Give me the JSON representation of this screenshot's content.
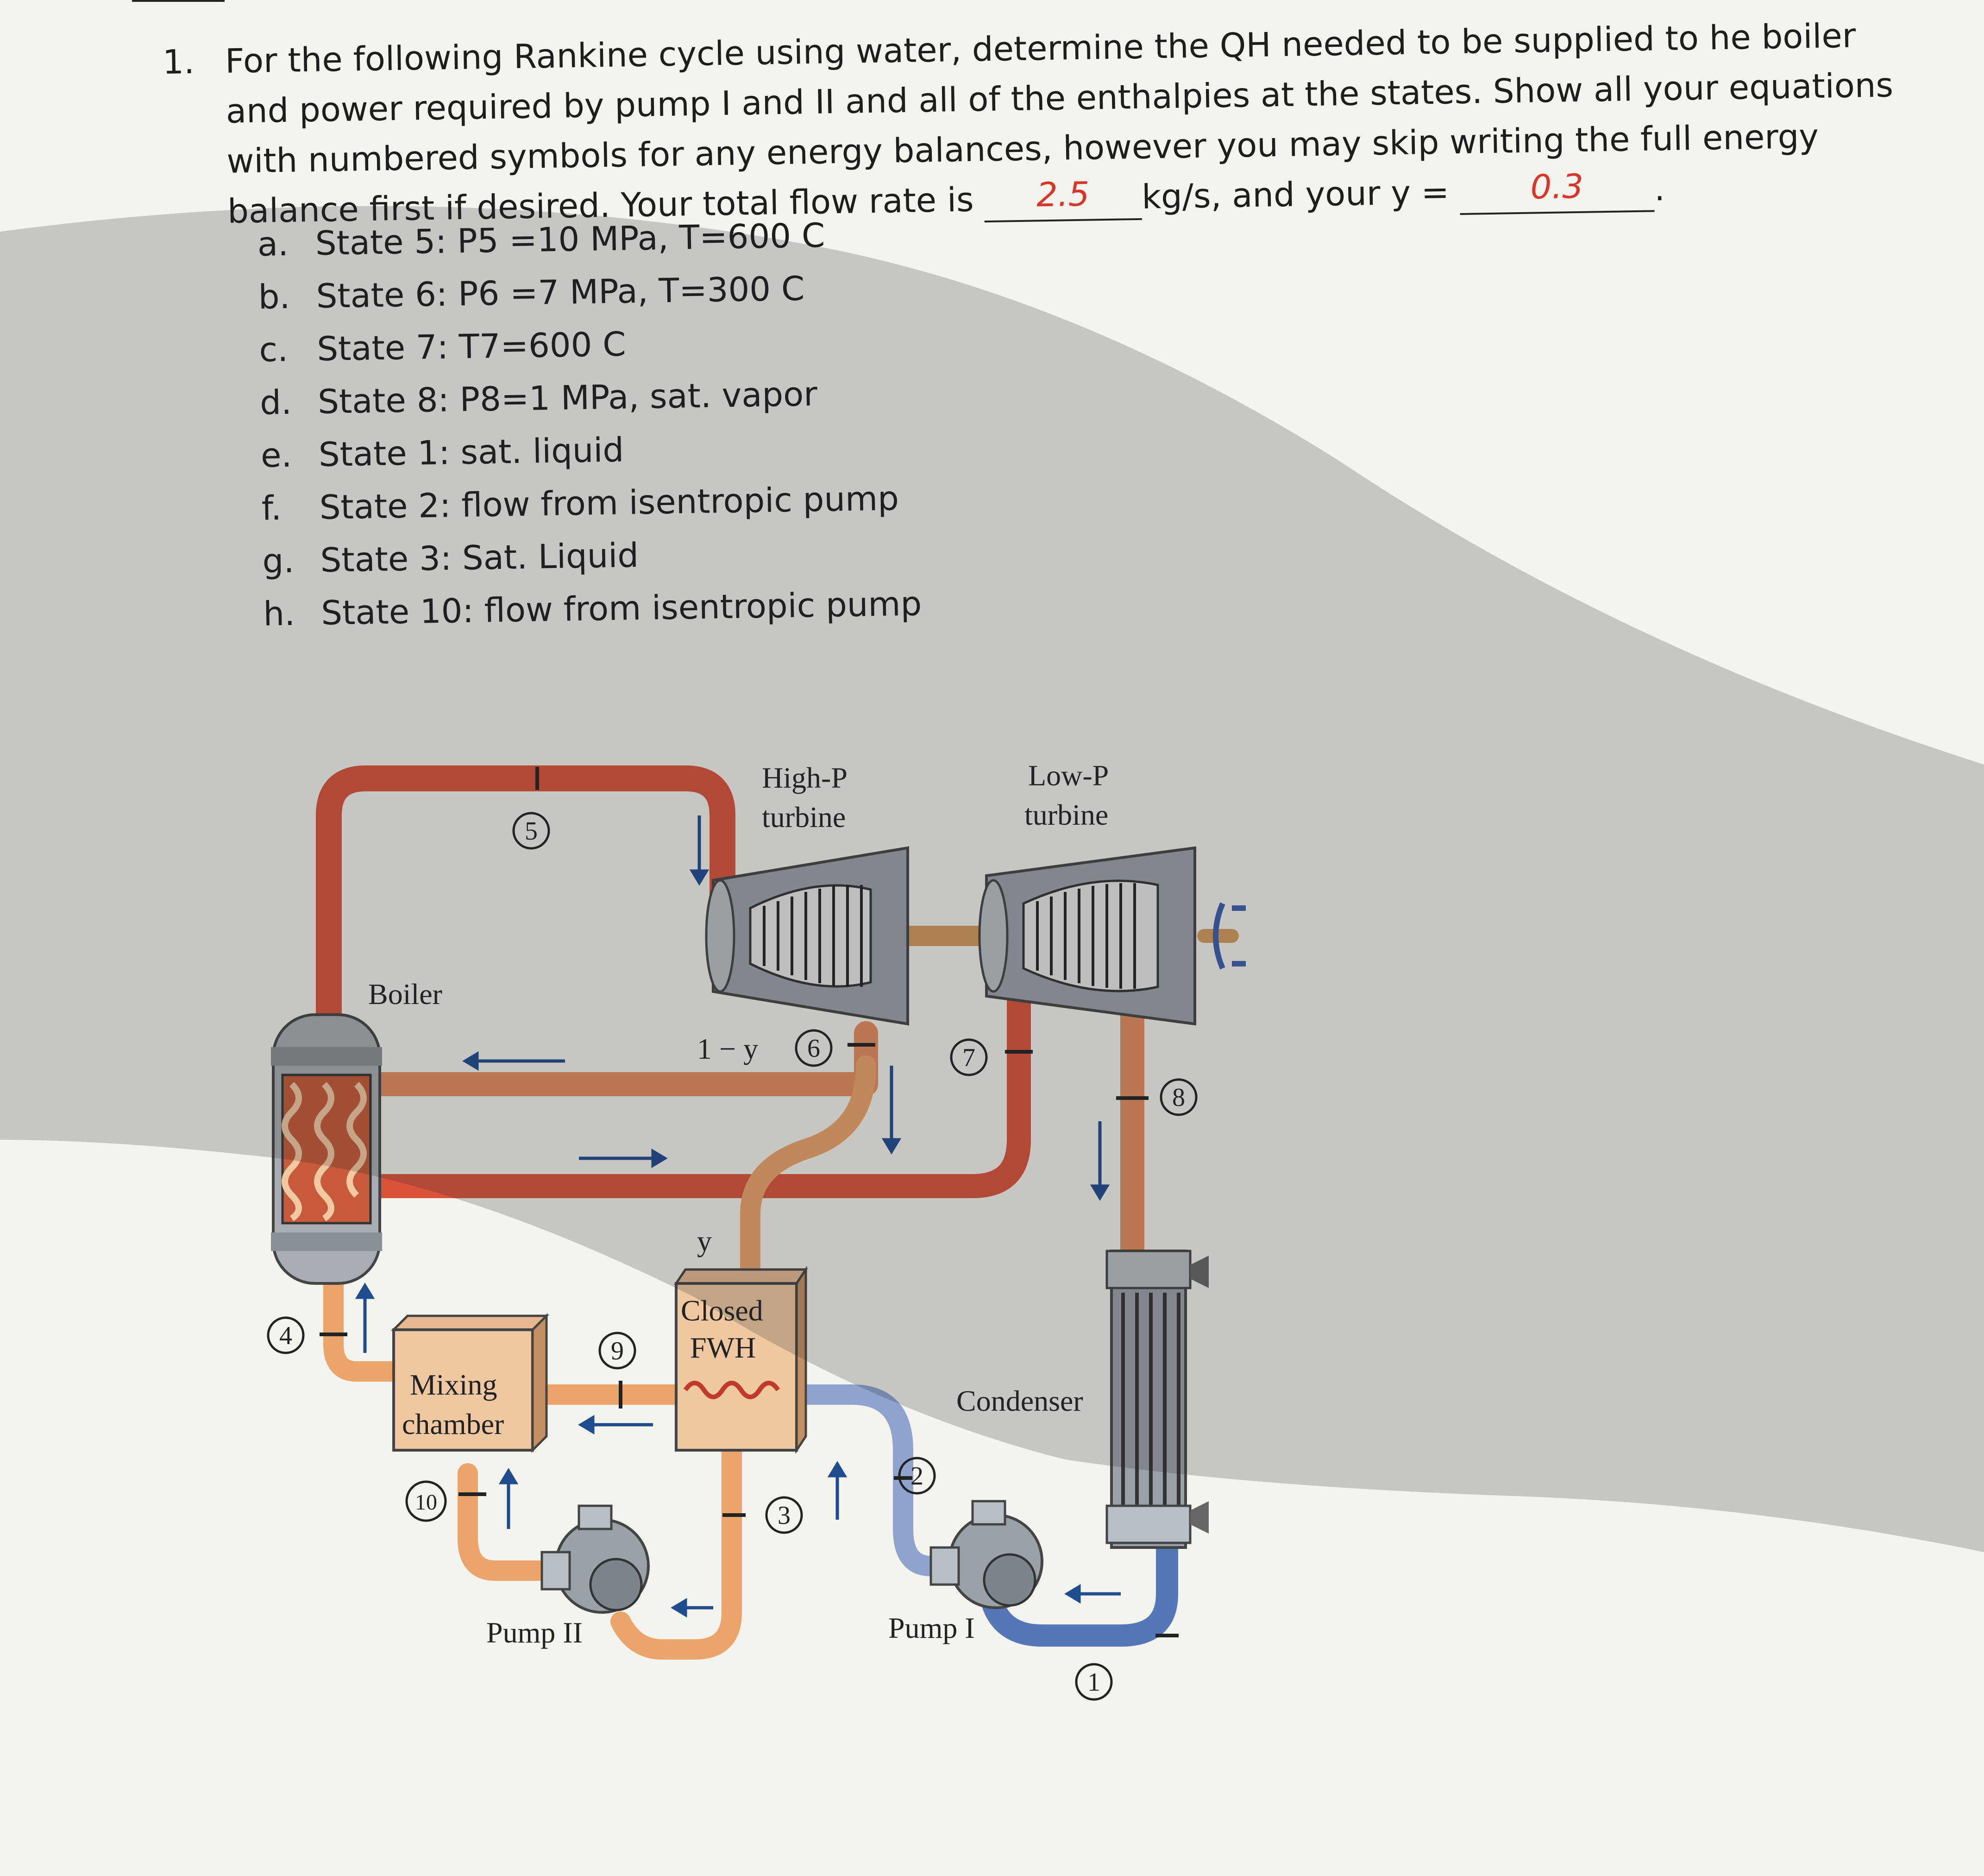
{
  "problem": {
    "number": "1.",
    "text_part1": "For the following Rankine cycle using water, determine the QH needed to be supplied to he boiler and power required by pump I and II and all of the enthalpies at the states. Show all your equations with numbered symbols for any energy balances, however you may skip writing the full energy balance first if desired. Your total flow rate is",
    "flow_rate_value": "2.5",
    "text_part2": "kg/s, and your y =",
    "y_value": "0.3",
    "text_end": "."
  },
  "states": [
    {
      "label": "a.",
      "text": "State 5: P5 =10 MPa, T=600 C"
    },
    {
      "label": "b.",
      "text": "State 6: P6 =7 MPa, T=300 C"
    },
    {
      "label": "c.",
      "text": "State 7: T7=600 C"
    },
    {
      "label": "d.",
      "text": "State 8: P8=1 MPa, sat. vapor"
    },
    {
      "label": "e.",
      "text": "State 1: sat. liquid"
    },
    {
      "label": "f.",
      "text": "State 2: flow from isentropic pump"
    },
    {
      "label": "g.",
      "text": "State 3: Sat. Liquid"
    },
    {
      "label": "h.",
      "text": "State 10: flow from isentropic pump"
    }
  ],
  "diagram": {
    "hp_turbine": "High-P turbine",
    "hp_line1": "High-P",
    "hp_line2": "turbine",
    "lp_line1": "Low-P",
    "lp_line2": "turbine",
    "boiler": "Boiler",
    "closed_fwh_line1": "Closed",
    "closed_fwh_line2": "FWH",
    "mixing_line1": "Mixing",
    "mixing_line2": "chamber",
    "condenser": "Condenser",
    "pump1": "Pump I",
    "pump2": "Pump II",
    "one_minus_y": "1 − y",
    "y": "y",
    "state_numbers": [
      "1",
      "2",
      "3",
      "4",
      "5",
      "6",
      "7",
      "8",
      "9",
      "10"
    ]
  },
  "colors": {
    "hot_pipe": "#d9533a",
    "warm_pipe": "#eba46a",
    "cold_pipe": "#7b93c6",
    "handwriting": "#d9352a"
  }
}
